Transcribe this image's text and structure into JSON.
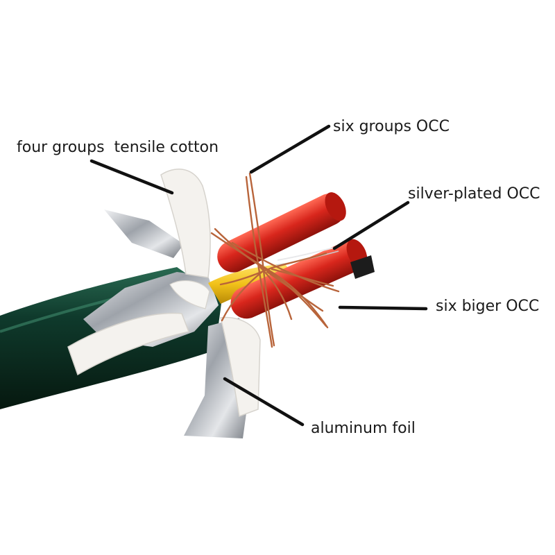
{
  "labels": {
    "tensile_cotton": "four groups  tensile cotton",
    "six_groups_occ": "six groups OCC",
    "silver_plated_occ": "silver-plated OCC",
    "six_biger_occ": "six biger OCC",
    "aluminum_foil": "aluminum foil"
  },
  "colors": {
    "jacket": "#0f3a2c",
    "red_conductor": "#d8261c",
    "yellow_conductor": "#f2c21a",
    "copper_wire": "#b8643a",
    "foil": "#c9ccd1",
    "cotton": "#f4f2ee",
    "leader_line": "#111111"
  }
}
